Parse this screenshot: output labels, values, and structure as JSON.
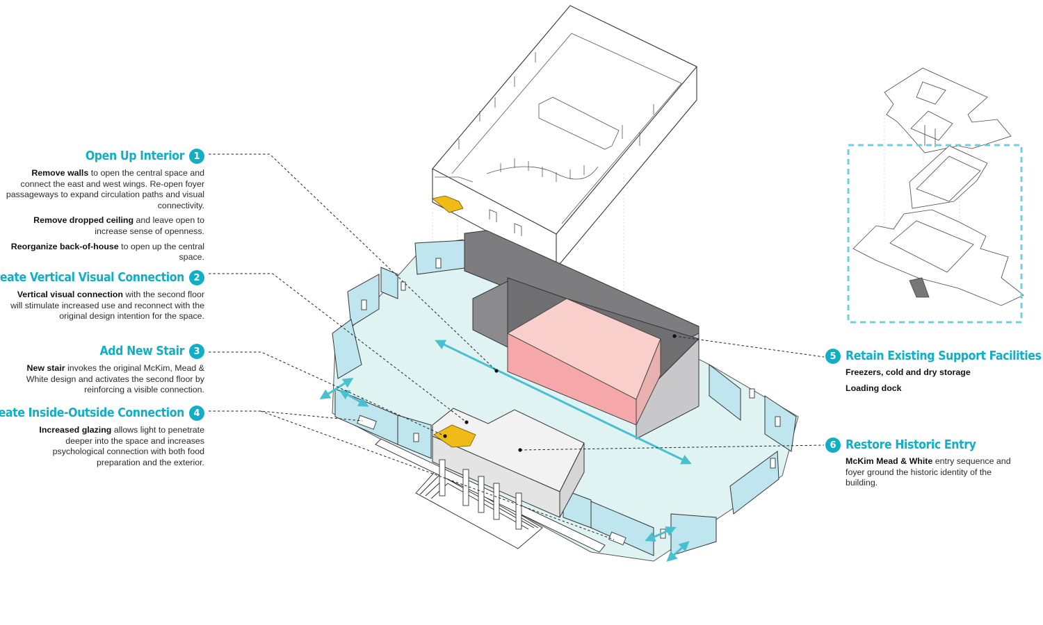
{
  "colors": {
    "accent": "#12aec5",
    "glazing": "#bfe6ee",
    "floor": "#e0f3f3",
    "service": "#7d7d7f",
    "highlight": "#f7c0bd",
    "stair": "#f0bb16"
  },
  "annotations": [
    {
      "number": "1",
      "title": "Open Up Interior",
      "paragraphs": [
        {
          "bold": "Remove walls",
          "text": " to open the central space and connect the east and west wings. Re-open foyer passageways to expand circulation paths and visual connectivity."
        },
        {
          "bold": "Remove dropped ceiling",
          "text": " and leave open to increase sense of openness."
        },
        {
          "bold": "Reorganize back-of-house",
          "text": " to open up the central space."
        }
      ]
    },
    {
      "number": "2",
      "title": "Create Vertical Visual Connection",
      "paragraphs": [
        {
          "bold": "Vertical visual connection",
          "text": " with the second floor will stimulate increased use and reconnect with the original design intention for the space."
        }
      ]
    },
    {
      "number": "3",
      "title": "Add New Stair",
      "paragraphs": [
        {
          "bold": "New stair",
          "text": " invokes the original McKim, Mead & White design and activates the second floor by reinforcing a visible connection."
        }
      ]
    },
    {
      "number": "4",
      "title": "Create Inside-Outside Connection",
      "paragraphs": [
        {
          "bold": "Increased glazing",
          "text": " allows light to penetrate deeper into the space and increases psychological connection with both food preparation and the exterior."
        }
      ]
    },
    {
      "number": "5",
      "title": "Retain Existing Support Facilities",
      "paragraphs": [
        {
          "bold": "Freezers, cold and dry storage",
          "text": ""
        },
        {
          "bold": "Loading dock",
          "text": ""
        }
      ]
    },
    {
      "number": "6",
      "title": "Restore Historic Entry",
      "paragraphs": [
        {
          "bold": "McKim Mead & White",
          "text": " entry sequence and foyer ground the historic identity of the building."
        }
      ]
    }
  ]
}
